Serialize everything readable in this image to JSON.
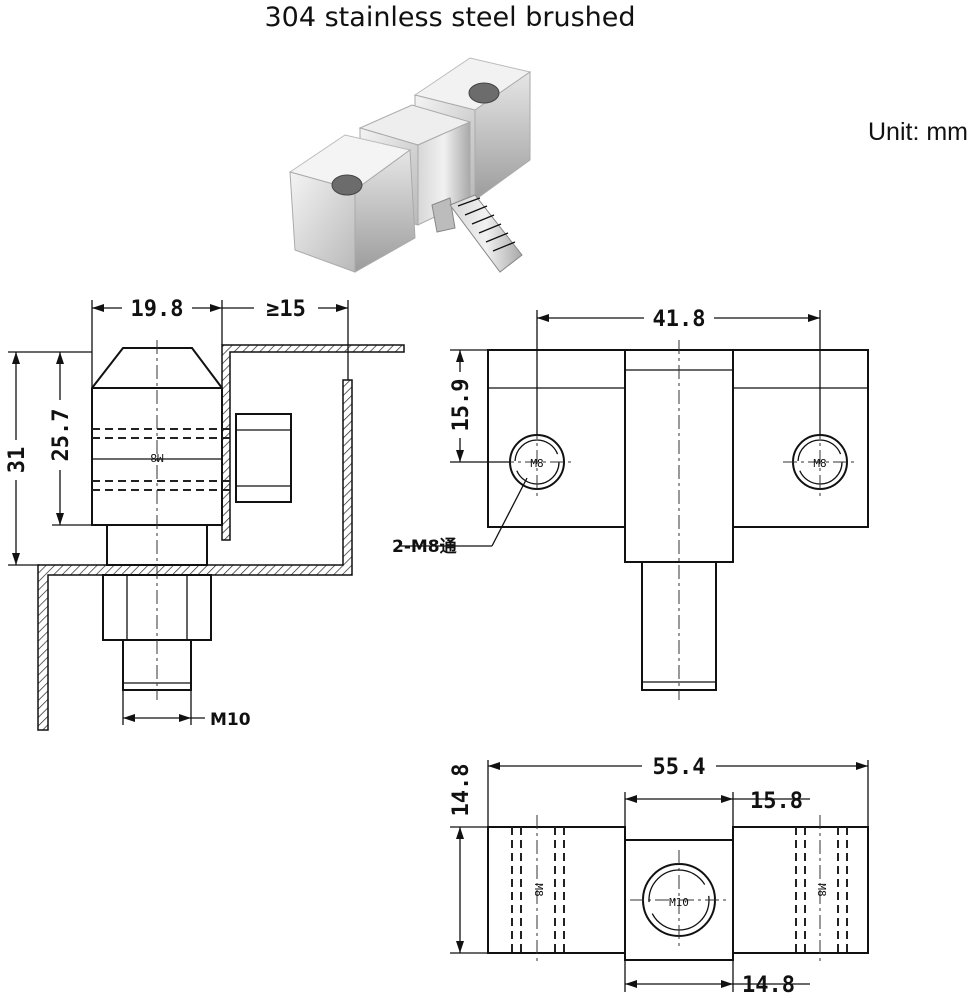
{
  "title": "304 stainless steel brushed",
  "unit_label": "Unit:  mm",
  "side_view": {
    "dim_width": "19.8",
    "dim_gap": "≥15",
    "dim_height_total": "31",
    "dim_height_body": "25.7",
    "thread_label": "M8",
    "bolt_label": "M10"
  },
  "front_view": {
    "dim_hole_spacing": "41.8",
    "dim_hole_height": "15.9",
    "hole_label": "M8",
    "callout": "2-M8通"
  },
  "top_view": {
    "dim_total": "55.4",
    "dim_center": "15.8",
    "dim_center_bottom": "14.8",
    "dim_depth": "14.8",
    "center_label": "M10",
    "side_label": "M8"
  }
}
